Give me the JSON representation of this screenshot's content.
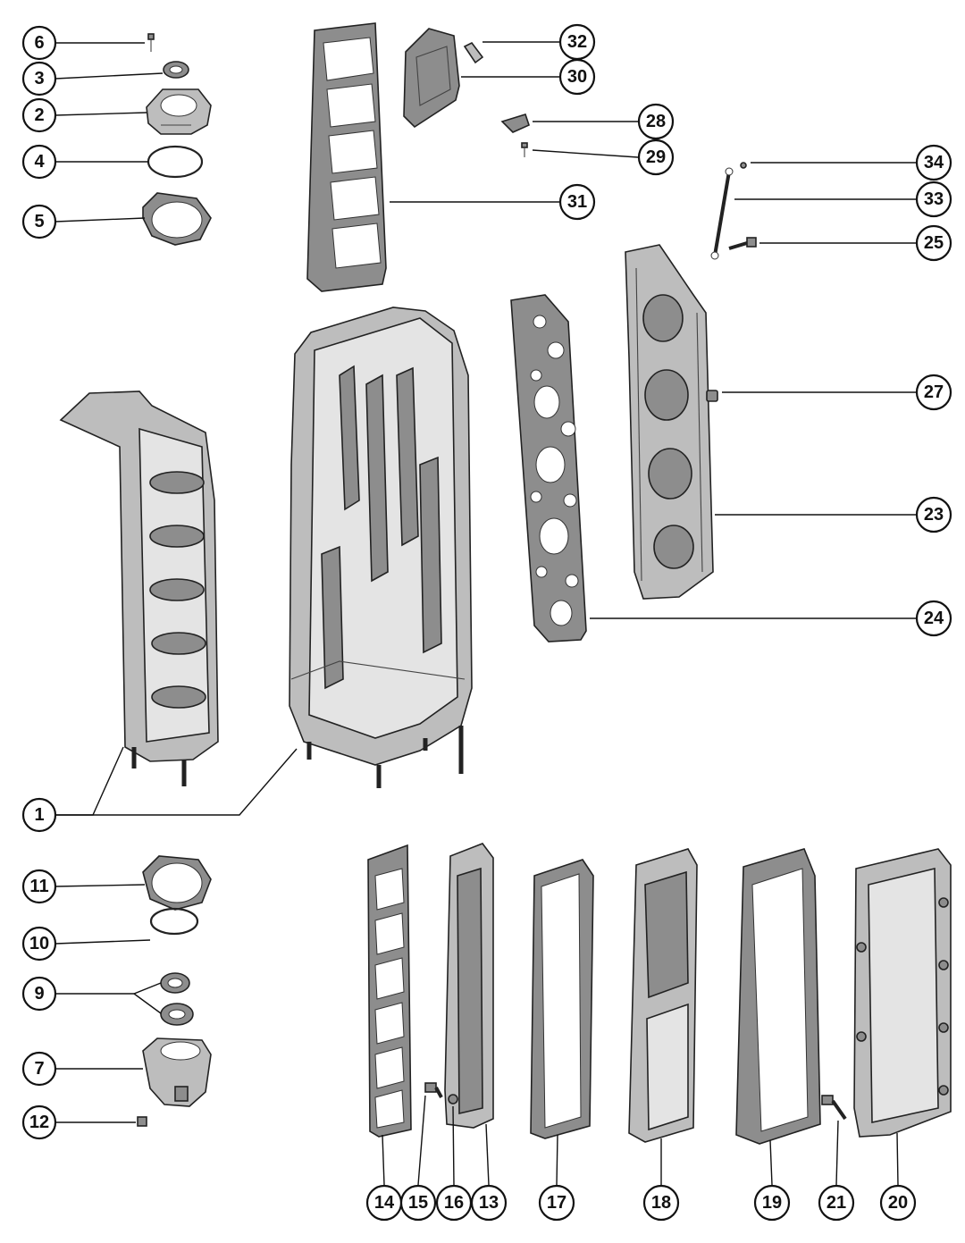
{
  "callouts": [
    {
      "id": "6",
      "label": "6"
    },
    {
      "id": "3",
      "label": "3"
    },
    {
      "id": "2",
      "label": "2"
    },
    {
      "id": "4",
      "label": "4"
    },
    {
      "id": "5",
      "label": "5"
    },
    {
      "id": "32",
      "label": "32"
    },
    {
      "id": "30",
      "label": "30"
    },
    {
      "id": "28",
      "label": "28"
    },
    {
      "id": "29",
      "label": "29"
    },
    {
      "id": "31",
      "label": "31"
    },
    {
      "id": "34",
      "label": "34"
    },
    {
      "id": "33",
      "label": "33"
    },
    {
      "id": "25",
      "label": "25"
    },
    {
      "id": "27",
      "label": "27"
    },
    {
      "id": "23",
      "label": "23"
    },
    {
      "id": "24",
      "label": "24"
    },
    {
      "id": "1",
      "label": "1"
    },
    {
      "id": "11",
      "label": "11"
    },
    {
      "id": "10",
      "label": "10"
    },
    {
      "id": "9",
      "label": "9"
    },
    {
      "id": "7",
      "label": "7"
    },
    {
      "id": "12",
      "label": "12"
    },
    {
      "id": "14",
      "label": "14"
    },
    {
      "id": "15",
      "label": "15"
    },
    {
      "id": "16",
      "label": "16"
    },
    {
      "id": "13",
      "label": "13"
    },
    {
      "id": "17",
      "label": "17"
    },
    {
      "id": "18",
      "label": "18"
    },
    {
      "id": "19",
      "label": "19"
    },
    {
      "id": "21",
      "label": "21"
    },
    {
      "id": "20",
      "label": "20"
    }
  ],
  "colors": {
    "ink": "#111111",
    "paper": "#ffffff",
    "metal": "#bdbdbd",
    "metal_dark": "#8d8d8d"
  }
}
